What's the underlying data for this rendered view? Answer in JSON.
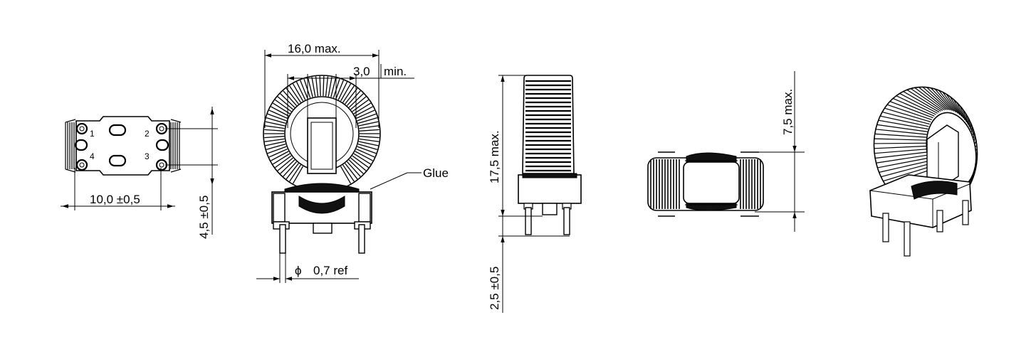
{
  "dimensions": {
    "width_max": "16,0  max.",
    "lead_length_min": "3,0",
    "lead_length_min_suffix": "min.",
    "footprint_width": "10,0 ±0,5",
    "footprint_height": "4,5 ±0,5",
    "pin_diameter": "0,7  ref",
    "height_max": "17,5  max.",
    "lead_standoff": "2,5 ±0,5",
    "depth_max": "7,5  max."
  },
  "labels": {
    "glue": "Glue",
    "diameter_symbol": "ϕ"
  },
  "pins": [
    "1",
    "2",
    "3",
    "4"
  ]
}
